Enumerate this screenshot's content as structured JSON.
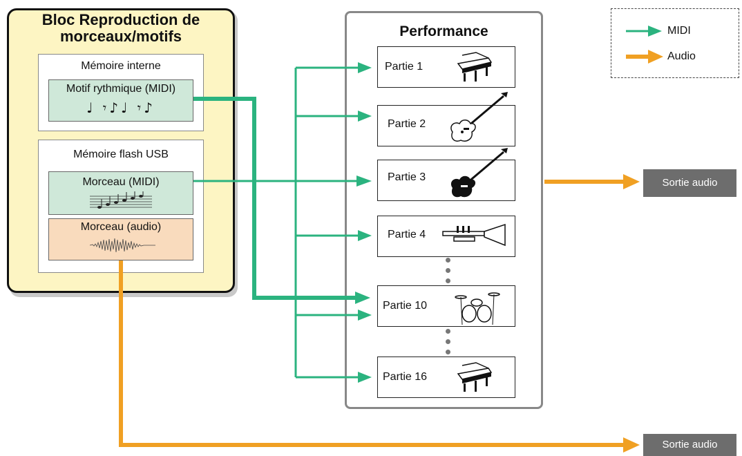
{
  "bloc": {
    "title_line1": "Bloc Reproduction de",
    "title_line2": "morceaux/motifs",
    "memoire_interne": "Mémoire interne",
    "motif_rythmique": "Motif rythmique (MIDI)",
    "motif_notes": "♩ 𝄾♪♩ 𝄾♪",
    "memoire_usb": "Mémoire flash USB",
    "morceau_midi": "Morceau (MIDI)",
    "morceau_audio": "Morceau (audio)"
  },
  "performance": {
    "title": "Performance",
    "parts": [
      {
        "label": "Partie 1",
        "icon": "grand-piano-icon"
      },
      {
        "label": "Partie 2",
        "icon": "electric-guitar-icon"
      },
      {
        "label": "Partie 3",
        "icon": "bass-guitar-icon"
      },
      {
        "label": "Partie 4",
        "icon": "trumpet-icon"
      },
      {
        "label": "Partie 10",
        "icon": "drum-kit-icon"
      },
      {
        "label": "Partie 16",
        "icon": "grand-piano-icon"
      }
    ]
  },
  "outputs": {
    "top": "Sortie audio",
    "bottom": "Sortie audio"
  },
  "legend": {
    "midi": "MIDI",
    "audio": "Audio"
  },
  "colors": {
    "midi": "#2bb37f",
    "audio": "#f0a023",
    "bloc_bg": "#fdf5c3",
    "midi_box": "#cfe8d9",
    "audio_box": "#f9dbbd",
    "output_bg": "#6d6d6d"
  }
}
